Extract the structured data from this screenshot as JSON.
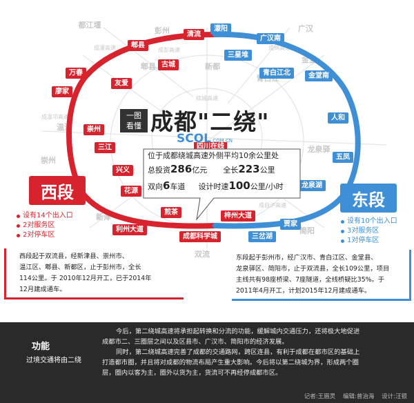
{
  "title": "成都\"二绕\"",
  "title_prefix": [
    "一图",
    "看懂"
  ],
  "logo_main": "SCOL",
  "logo_domain": ".COM.CN",
  "logo_sub": "四川在线",
  "center_info": {
    "line1": "位于成都绕城高速外侧平均10余公里处",
    "invest_pre": "总投资",
    "invest_num": "286",
    "invest_unit": "亿元",
    "length_pre": "全长",
    "length_num": "223",
    "length_unit": "公里",
    "lanes_pre": "双向",
    "lanes_num": "6",
    "lanes_unit": "车道",
    "speed_pre": "设计时速",
    "speed_num": "100",
    "speed_unit": "公里/小时"
  },
  "west": {
    "tag": "西段",
    "bullets": [
      "设有14个出入口",
      "2对服务区",
      "2对停车区"
    ],
    "desc": [
      "西段起于双流县，经新津县、崇州市、",
      "温江区、郫县、新都区，止于彭州市，全长",
      "114公里。于 2010年12月开工，已于2014年",
      "12月建成通车。"
    ]
  },
  "east": {
    "tag": "东段",
    "bullets": [
      "设有10个出入口",
      "3对服务区",
      "1对停车区"
    ],
    "desc": [
      "东段起于彭州市，经广汉市、青白江区、金堂县、",
      "龙泉驿区、简阳市，止于双流县，全长109公里，项目",
      "主线共有98座桥梁、7座隧道，全线桥疑比35%。于",
      "2011年4月开工，计划2015年12月建成通车。"
    ]
  },
  "west_stations": [
    "清流",
    "古城",
    "郫县",
    "友爱",
    "万春",
    "廖家",
    "崇州",
    "三江",
    "兴义",
    "花源",
    "利州大道",
    "煎茶",
    "成都科学城",
    "梓州大道"
  ],
  "east_stations": [
    "濛阳",
    "广汉南",
    "三星堆",
    "青白江北",
    "金堂南",
    "人和",
    "五凤",
    "龙泉湖",
    "贾家",
    "三岔湖"
  ],
  "geo_labels": [
    "都江堰",
    "彭州",
    "广汉",
    "金堂",
    "郫县",
    "新都",
    "青白江",
    "温江",
    "崇州",
    "龙泉驿",
    "新津",
    "双流",
    "简阳"
  ],
  "road_labels": [
    "成灌高速",
    "成彭高速",
    "成绵高速",
    "成温邛高速",
    "成自泸高速",
    "绕城高速",
    "成都高速"
  ],
  "footer": {
    "heading": "功能",
    "subheading": "过境交通将由二绕",
    "para1": [
      "今后，第二绕城高速将承担起转换和分流的功能，缓解城内交通压力，还将极大地促进",
      "成都市二、三圈层之间以及区县市、广汉市、简阳市的经济发展。"
    ],
    "para2": [
      "同时，第二绕城高速完善了成都的交通路网，跨区连县，有利于成都在都市区的基础上",
      "打造都市圈，并且将对成都的物流布局产生重大影响。今后将以第二绕城为界，形成两个圈",
      "层，圈内以客为主，圈外以货为主，货流可不再经停成都市区。"
    ],
    "credit": "记者:王眉灵    编辑:曾治海    设计:汪银"
  },
  "colors": {
    "west": "#d7232d",
    "east": "#3f8fd6",
    "footer_bg": "#2a2a2a"
  }
}
